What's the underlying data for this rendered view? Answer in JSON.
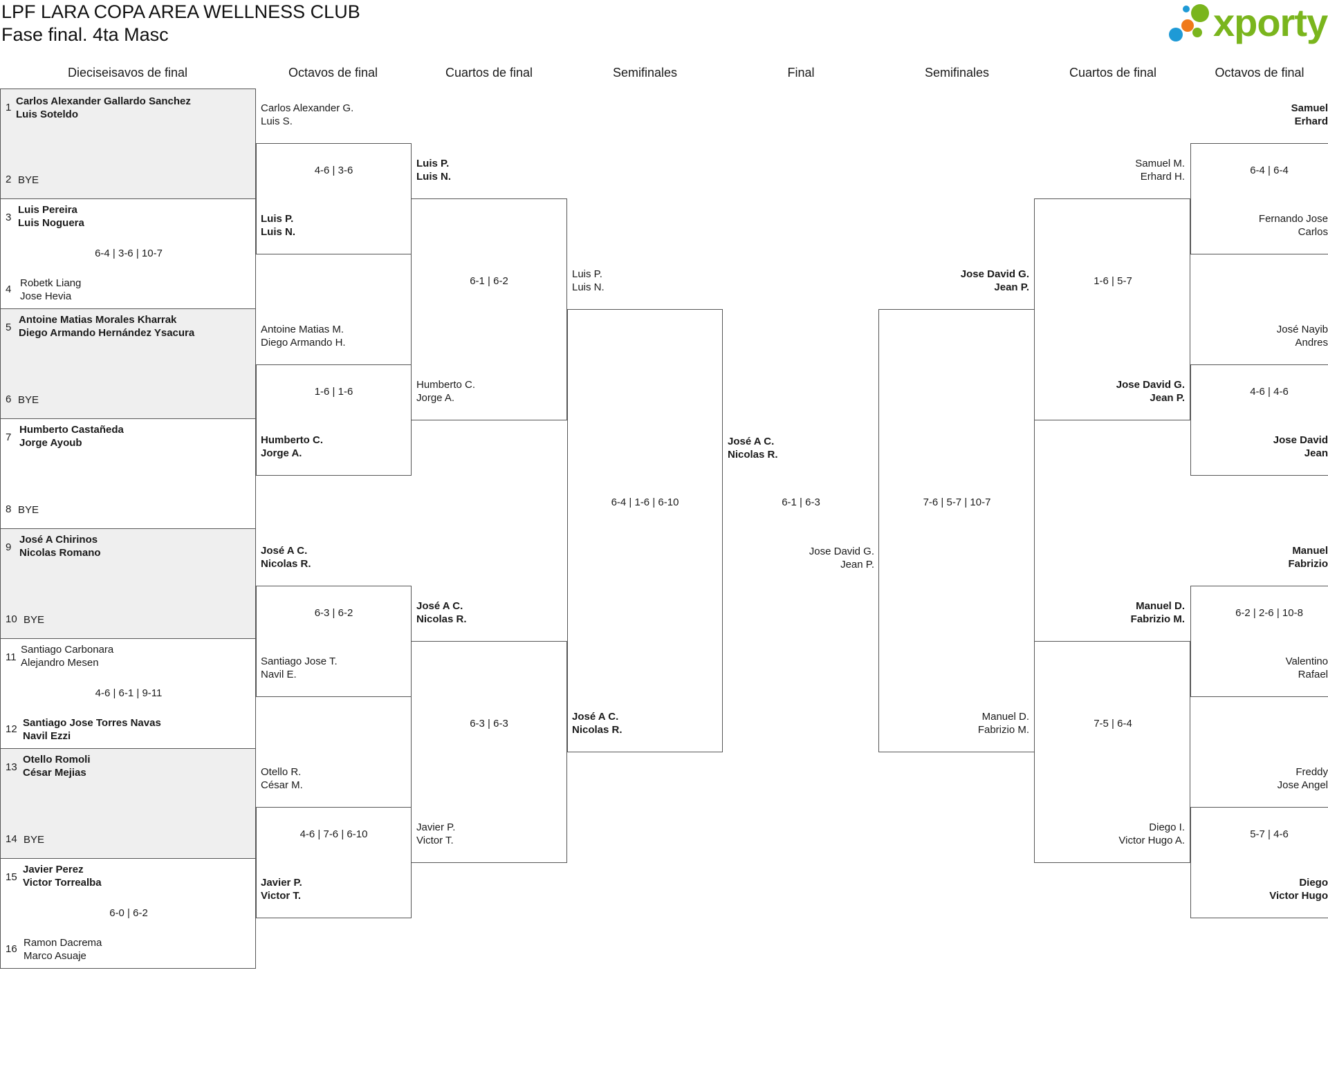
{
  "header": {
    "title": "LPF LARA COPA AREA WELLNESS CLUB",
    "subtitle": "Fase final. 4ta Masc"
  },
  "logo": {
    "text": "xporty",
    "colors": {
      "green": "#7ab51d",
      "orange": "#f07a1a",
      "blue": "#1e9ad6"
    }
  },
  "columns": [
    "Dieciseisavos de final",
    "Octavos de final",
    "Cuartos de final",
    "Semifinales",
    "Final",
    "Semifinales",
    "Cuartos de final",
    "Octavos de final"
  ],
  "r16": {
    "s1": {
      "n": "1",
      "a": "Carlos Alexander Gallardo Sanchez",
      "b": "Luis Soteldo"
    },
    "s2": {
      "n": "2",
      "a": "BYE"
    },
    "s3": {
      "n": "3",
      "a": "Luis Pereira",
      "b": "Luis Noguera"
    },
    "sc34": "6-4 | 3-6 | 10-7",
    "s4": {
      "n": "4",
      "a": "Robetk Liang",
      "b": "Jose Hevia"
    },
    "s5": {
      "n": "5",
      "a": "Antoine Matias Morales Kharrak",
      "b": "Diego Armando Hernández Ysacura"
    },
    "s6": {
      "n": "6",
      "a": "BYE"
    },
    "s7": {
      "n": "7",
      "a": "Humberto Castañeda",
      "b": "Jorge Ayoub"
    },
    "s8": {
      "n": "8",
      "a": "BYE"
    },
    "s9": {
      "n": "9",
      "a": "José A Chirinos",
      "b": "Nicolas Romano"
    },
    "s10": {
      "n": "10",
      "a": "BYE"
    },
    "s11": {
      "n": "11",
      "a": "Santiago Carbonara",
      "b": "Alejandro Mesen"
    },
    "sc1112": "4-6 | 6-1 | 9-11",
    "s12": {
      "n": "12",
      "a": "Santiago Jose Torres Navas",
      "b": "Navil Ezzi"
    },
    "s13": {
      "n": "13",
      "a": "Otello Romoli",
      "b": "César Mejias"
    },
    "s14": {
      "n": "14",
      "a": "BYE"
    },
    "s15": {
      "n": "15",
      "a": "Javier Perez",
      "b": "Victor Torrealba"
    },
    "sc1516": "6-0 | 6-2",
    "s16": {
      "n": "16",
      "a": "Ramon Dacrema",
      "b": "Marco Asuaje"
    }
  },
  "oct": {
    "m1": {
      "a1": "Carlos Alexander G.",
      "a2": "Luis S.",
      "score": "4-6 | 3-6",
      "b1": "Luis P.",
      "b2": "Luis N."
    },
    "m2": {
      "a1": "Antoine Matias M.",
      "a2": "Diego Armando H.",
      "score": "1-6 | 1-6",
      "b1": "Humberto C.",
      "b2": "Jorge A."
    },
    "m3": {
      "a1": "José A C.",
      "a2": "Nicolas R.",
      "score": "6-3 | 6-2",
      "b1": "Santiago Jose T.",
      "b2": "Navil E."
    },
    "m4": {
      "a1": "Otello R.",
      "a2": "César M.",
      "score": "4-6 | 7-6 | 6-10",
      "b1": "Javier P.",
      "b2": "Victor T."
    }
  },
  "qf": {
    "m1": {
      "a1": "Luis P.",
      "a2": "Luis N.",
      "score": "6-1 | 6-2",
      "b1": "Humberto C.",
      "b2": "Jorge A."
    },
    "m2": {
      "a1": "José A C.",
      "a2": "Nicolas R.",
      "score": "6-3 | 6-3",
      "b1": "Javier P.",
      "b2": "Victor T."
    }
  },
  "sf": {
    "a1": "Luis P.",
    "a2": "Luis N.",
    "score": "6-4 | 1-6 | 6-10",
    "b1": "José A C.",
    "b2": "Nicolas R."
  },
  "final": {
    "a1": "José A C.",
    "a2": "Nicolas R.",
    "score": "6-1 | 6-3",
    "b1": "Jose David G.",
    "b2": "Jean P."
  },
  "sf_r": {
    "a1": "Jose David G.",
    "a2": "Jean P.",
    "score": "7-6 | 5-7 | 10-7",
    "b1": "Manuel D.",
    "b2": "Fabrizio M."
  },
  "qf_r": {
    "m1": {
      "a1": "Samuel M.",
      "a2": "Erhard H.",
      "score": "1-6 | 5-7",
      "b1": "Jose David G.",
      "b2": "Jean P."
    },
    "m2": {
      "a1": "Manuel D.",
      "a2": "Fabrizio M.",
      "score": "7-5 | 6-4",
      "b1": "Diego I.",
      "b2": "Victor Hugo A."
    }
  },
  "oct_r": {
    "m1": {
      "a1": "Samuel",
      "a2": "Erhard",
      "score": "6-4 | 6-4",
      "b1": "Fernando Jose",
      "b2": "Carlos"
    },
    "m2": {
      "a1": "José Nayib",
      "a2": "Andres",
      "score": "4-6 | 4-6",
      "b1": "Jose David",
      "b2": "Jean"
    },
    "m3": {
      "a1": "Manuel",
      "a2": "Fabrizio",
      "score": "6-2 | 2-6 | 10-8",
      "b1": "Valentino",
      "b2": "Rafael"
    },
    "m4": {
      "a1": "Freddy",
      "a2": "Jose Angel",
      "score": "5-7 | 4-6",
      "b1": "Diego",
      "b2": "Victor Hugo"
    }
  }
}
